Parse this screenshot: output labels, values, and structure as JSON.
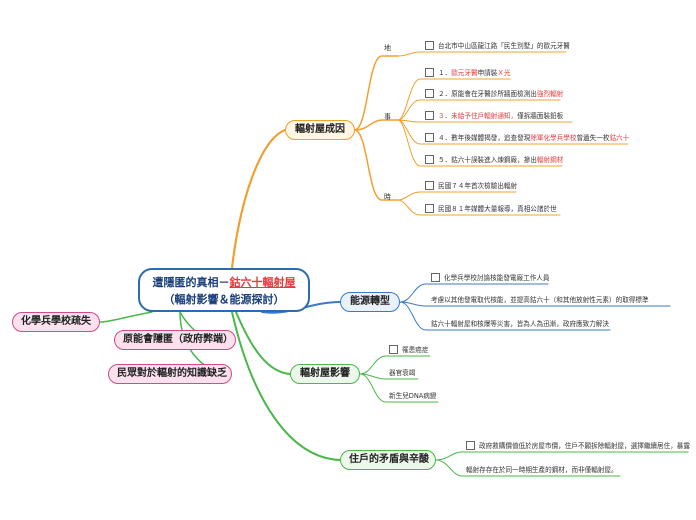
{
  "central": {
    "line1_prefix": "遭隱匿的真相－",
    "line1_highlight": "鈷六十輻射屋",
    "line2": "（輻射影響＆能源探討）"
  },
  "branches": {
    "causes": "輻射屋成因",
    "energy": "能源轉型",
    "effects": "輻射屋影響",
    "residents": "住戶的矛盾與辛酸",
    "nuclear_policy": "原能會隱匿（政府弊端）",
    "public": "民眾對於輻射的知識缺乏",
    "chem_corps": "化學兵學校疏失"
  },
  "causes": {
    "place_label": "地",
    "event_label": "事",
    "time_label": "時",
    "place_1": "台北市中山區龍江路「民生別墅」的歐元牙醫",
    "event_1": {
      "n": "１．",
      "hl": "歐元牙醫",
      "rest": "申請裝",
      "tail": "Ｘ光"
    },
    "event_2": {
      "pre": "２．原能會在牙醫診所牆面檢測出",
      "hl": "強烈輻射"
    },
    "event_3": {
      "hl": "３．未給予住戶輻射通知，",
      "rest": "僅拆牆面裝鉛板"
    },
    "event_4": {
      "pre": "４．數年後媒體揭發，追查發現",
      "hl": "除軍化學兵學校",
      "mid": "曾遺失一枚",
      "tail": "鈷六十"
    },
    "event_5": {
      "pre": "５．鈷六十誤裝進入煉鋼廠，摻出",
      "hl": "輻射鋼材"
    },
    "time_1": "民國７４年首次檢驗出輻射",
    "time_2": "民國８１年媒體大量報導，真相公諸於世"
  },
  "energy": {
    "item_1": "化學兵學校討論核能發電廠工作人員",
    "item_2": "考慮以其他發電取代核能，並提高鈷六十（和其他放射性元素）的取得標準",
    "item_3": "鈷六十輻射屋和核爆等災害，皆為人為迅漸，政府應致力解決"
  },
  "effects": {
    "item_1": "罹患癌症",
    "item_2": "器官衰竭",
    "item_3": "新生兒DNA病變"
  },
  "residents": {
    "item_1": "政府救購價值低於房屋市價，住戶不願拆除輻射屋，選擇繼續居住，暴露",
    "item_2": "輻射存存在於同一時期生產的鋼材，而非僅輻射屋。"
  },
  "colors": {
    "orange": "#f0a030",
    "blue": "#3a79c8",
    "green": "#4ab84a",
    "pink": "#d14a8a"
  }
}
